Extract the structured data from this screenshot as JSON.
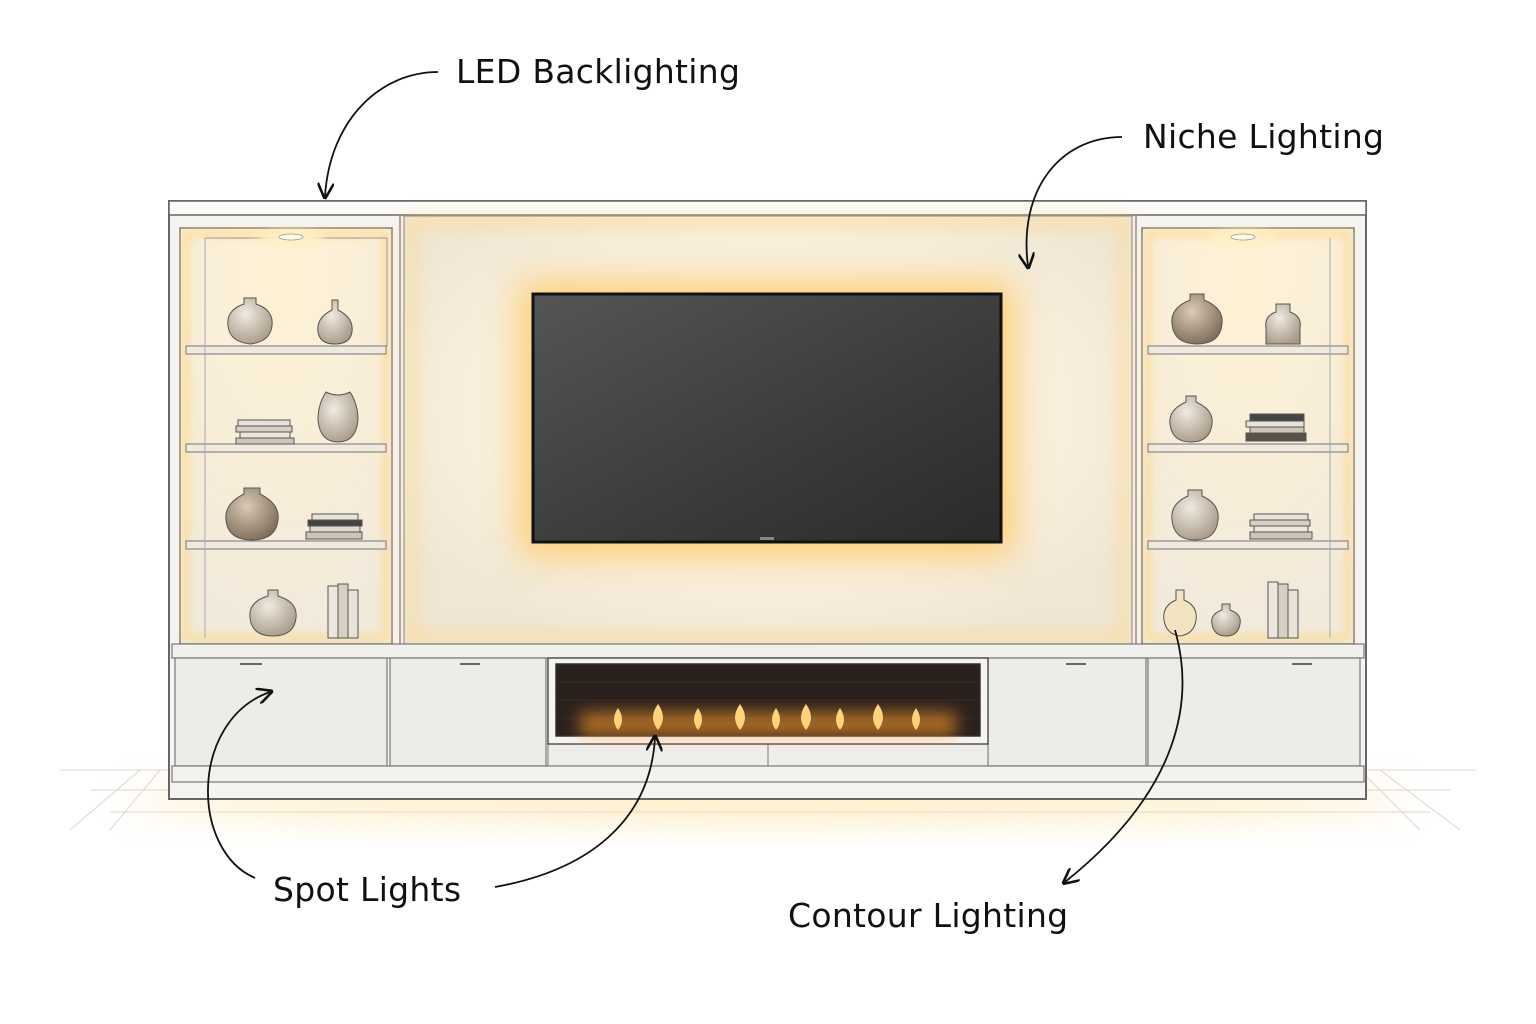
{
  "labels": {
    "led_backlighting": "LED Backlighting",
    "niche_lighting": "Niche Lighting",
    "spot_lights": "Spot Lights",
    "contour_lighting": "Contour Lighting"
  },
  "colors": {
    "glow": "#ffd98a",
    "cabinet": "#f4f2ee",
    "line": "#555555",
    "tv": "#3a3a3a",
    "flame": "#ffb84a"
  }
}
